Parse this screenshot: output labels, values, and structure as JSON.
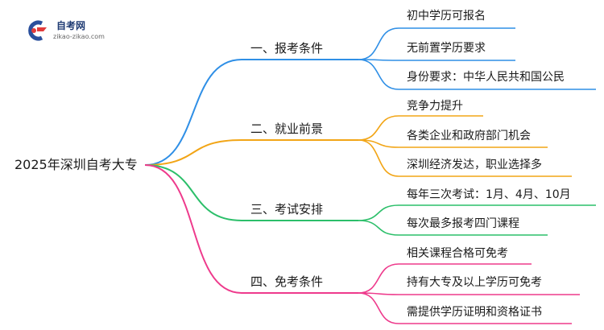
{
  "logo": {
    "name": "自考网",
    "url": "zikao-zikao.com"
  },
  "root": "2025年深圳自考大专",
  "colors": {
    "blue": "#2f8fe6",
    "orange": "#f2a516",
    "green": "#2cbf6a",
    "pink": "#ee3a8c"
  },
  "branches": [
    {
      "label": "一、报考条件",
      "color": "blue",
      "leaves": [
        "初中学历可报名",
        "无前置学历要求",
        "身份要求：中华人民共和国公民"
      ]
    },
    {
      "label": "二、就业前景",
      "color": "orange",
      "leaves": [
        "竞争力提升",
        "各类企业和政府部门机会",
        "深圳经济发达，职业选择多"
      ]
    },
    {
      "label": "三、考试安排",
      "color": "green",
      "leaves": [
        "每年三次考试：1月、4月、10月",
        "每次最多报考四门课程"
      ]
    },
    {
      "label": "四、免考条件",
      "color": "pink",
      "leaves": [
        "相关课程合格可免考",
        "持有大专及以上学历可免考",
        "需提供学历证明和资格证书"
      ]
    }
  ]
}
